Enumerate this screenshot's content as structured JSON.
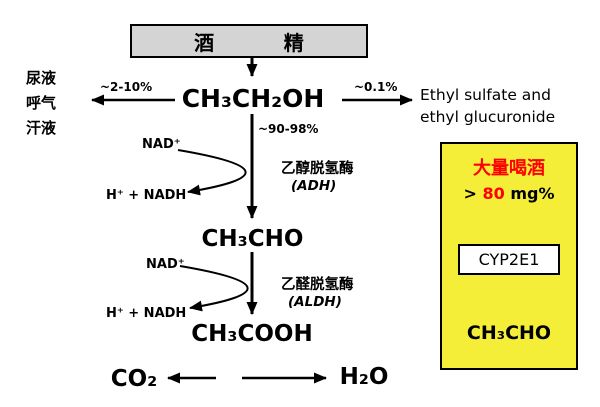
{
  "title": {
    "label": "酒          精"
  },
  "left_excretion": {
    "arrow_label": "~2-10%",
    "lines": [
      "尿液",
      "呼气",
      "汗液"
    ]
  },
  "right_excretion": {
    "arrow_label": "~0.1%",
    "line1": "Ethyl sulfate and",
    "line2": "ethyl glucuronide"
  },
  "pathway": {
    "ethanol": "CH₃CH₂OH",
    "main_percent": "~90-98%",
    "acetaldehyde": "CH₃CHO",
    "acetate": "CH₃COOH",
    "co2": "CO₂",
    "h2o": "H₂O"
  },
  "reaction1": {
    "cofactor_in": "NAD⁺",
    "cofactor_out": "H⁺ + NADH",
    "enzyme": "乙醇脱氢酶",
    "enzyme_abbr": "(ADH)"
  },
  "reaction2": {
    "cofactor_in": "NAD⁺",
    "cofactor_out": "H⁺ + NADH",
    "enzyme": "乙醛脱氢酶",
    "enzyme_abbr": "(ALDH)"
  },
  "heavy_drinking_box": {
    "title": "大量喝酒",
    "threshold_prefix": "> ",
    "threshold_value": "80",
    "threshold_suffix": " mg%",
    "enzyme": "CYP2E1",
    "product": "CH₃CHO",
    "bg_color": "#f5ee38",
    "title_color": "#ff0000"
  }
}
